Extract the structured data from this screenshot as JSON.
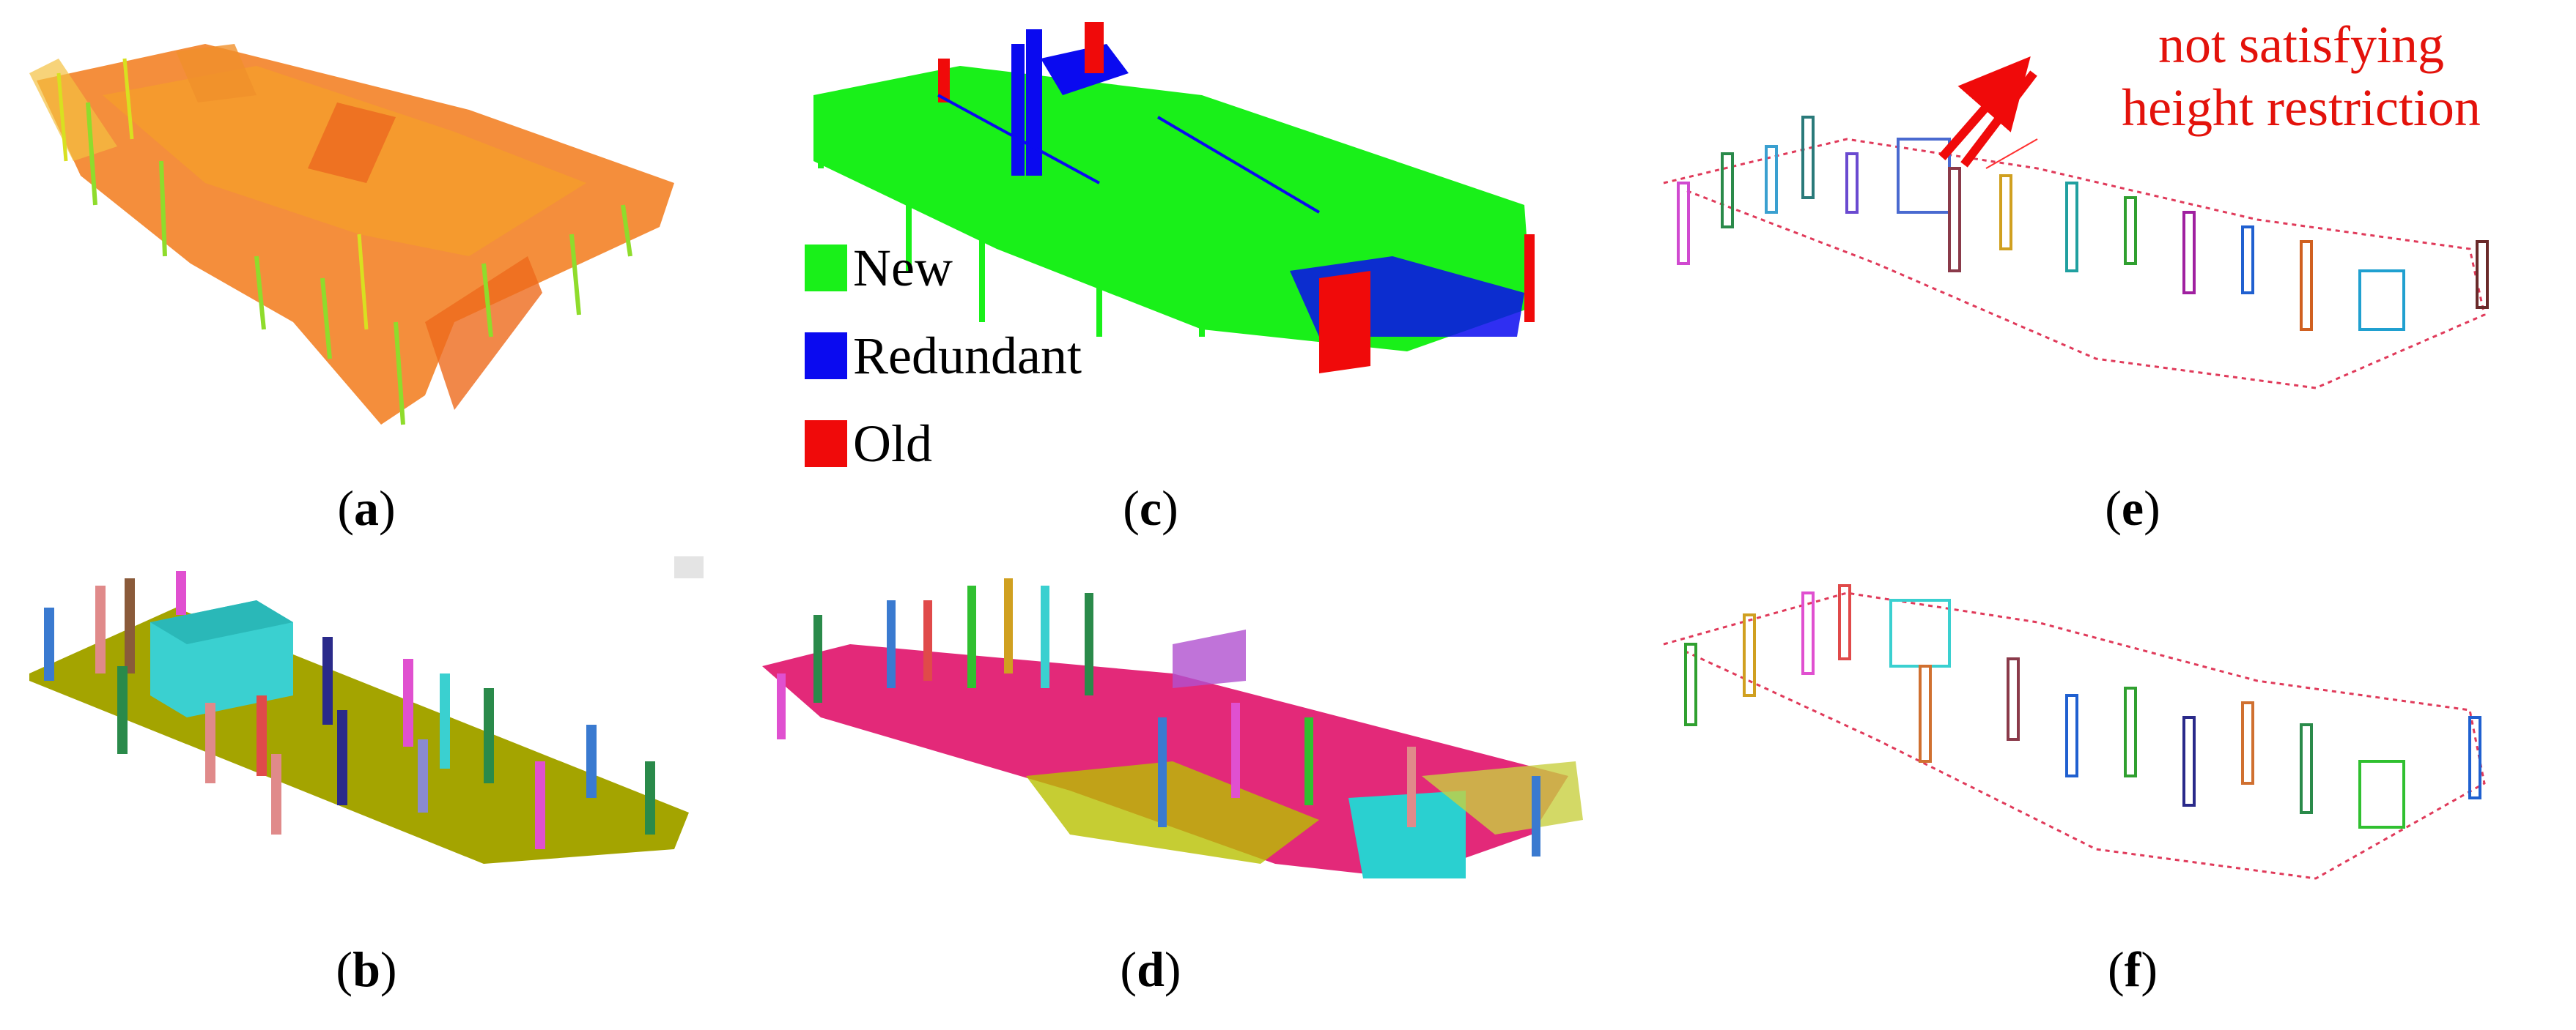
{
  "figure": {
    "panels": [
      {
        "id": "a",
        "caption_open": "(",
        "letter": "a",
        "caption_close": ")"
      },
      {
        "id": "b",
        "caption_open": "(",
        "letter": "b",
        "caption_close": ")"
      },
      {
        "id": "c",
        "caption_open": "(",
        "letter": "c",
        "caption_close": ")"
      },
      {
        "id": "d",
        "caption_open": "(",
        "letter": "d",
        "caption_close": ")"
      },
      {
        "id": "e",
        "caption_open": "(",
        "letter": "e",
        "caption_close": ")"
      },
      {
        "id": "f",
        "caption_open": "(",
        "letter": "f",
        "caption_close": ")"
      }
    ],
    "legend": [
      {
        "label": "New",
        "color": "#19f019"
      },
      {
        "label": "Redundant",
        "color": "#0a0af0"
      },
      {
        "label": "Old",
        "color": "#f00a0a"
      }
    ],
    "annotation": {
      "line1": "not satisfying",
      "line2": "height restriction",
      "color": "#e3120b"
    }
  }
}
